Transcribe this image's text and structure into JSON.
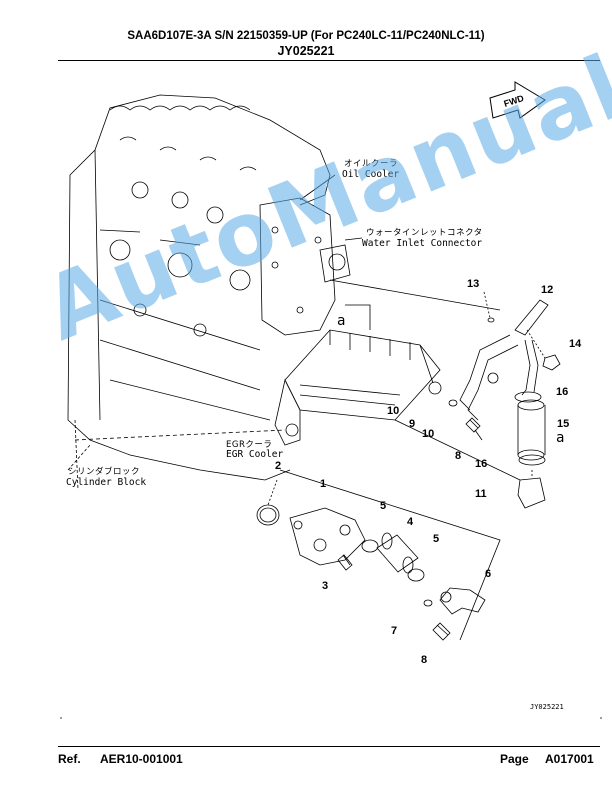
{
  "header": {
    "title_line1": "SAA6D107E-3A S/N 22150359-UP (For PC240LC-11/PC240NLC-11)",
    "title_line2": "JY025221"
  },
  "diagram": {
    "fwd_label": "FWD",
    "labels": {
      "oil_cooler_jp": "オイルクーラ",
      "oil_cooler_en": "Oil Cooler",
      "water_inlet_jp": "ウォータインレットコネクタ",
      "water_inlet_en": "Water Inlet Connector",
      "egr_cooler_jp": "EGRクーラ",
      "egr_cooler_en": "EGR Cooler",
      "cylinder_block_jp": "シリンダブロック",
      "cylinder_block_en": "Cylinder Block",
      "ref_a1": "a",
      "ref_a2": "a"
    },
    "callouts": [
      "1",
      "2",
      "3",
      "4",
      "5",
      "5",
      "6",
      "7",
      "8",
      "8",
      "9",
      "10",
      "10",
      "11",
      "12",
      "13",
      "14",
      "15",
      "16",
      "16"
    ],
    "drawing_code": "JY025221"
  },
  "watermark": "AutoManual",
  "footer": {
    "ref_label": "Ref.",
    "ref_value": "AER10-001001",
    "page_label": "Page",
    "page_value": "A017001"
  }
}
